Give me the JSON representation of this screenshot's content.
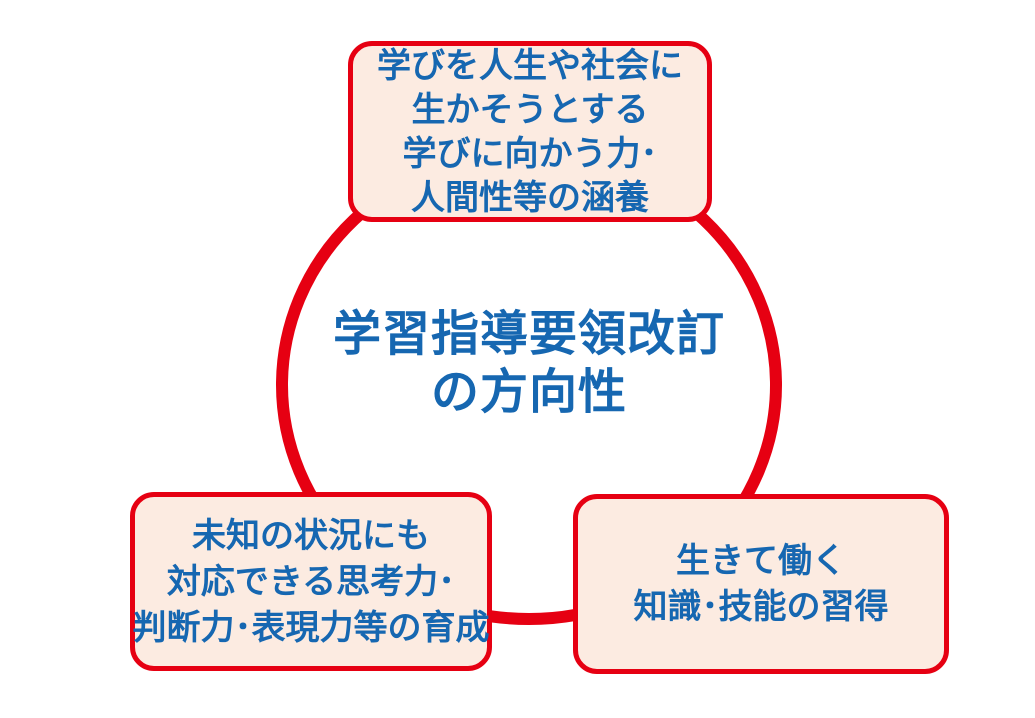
{
  "title": {
    "lines": [
      "学習指導要領改訂",
      "の方向性"
    ]
  },
  "boxes": {
    "top": {
      "lines": [
        "学びを人生や社会に",
        "生かそうとする",
        "学びに向かう力･",
        "人間性等の涵養"
      ]
    },
    "bottom_left": {
      "lines": [
        "未知の状況にも",
        "対応できる思考力･",
        "判断力･表現力等の育成"
      ]
    },
    "bottom_right": {
      "lines": [
        "生きて働く",
        "知識･技能の習得"
      ]
    }
  },
  "colors": {
    "accent_red": "#e60012",
    "text_blue": "#1667b1",
    "box_fill": "#fcebe1",
    "background": "#ffffff"
  }
}
